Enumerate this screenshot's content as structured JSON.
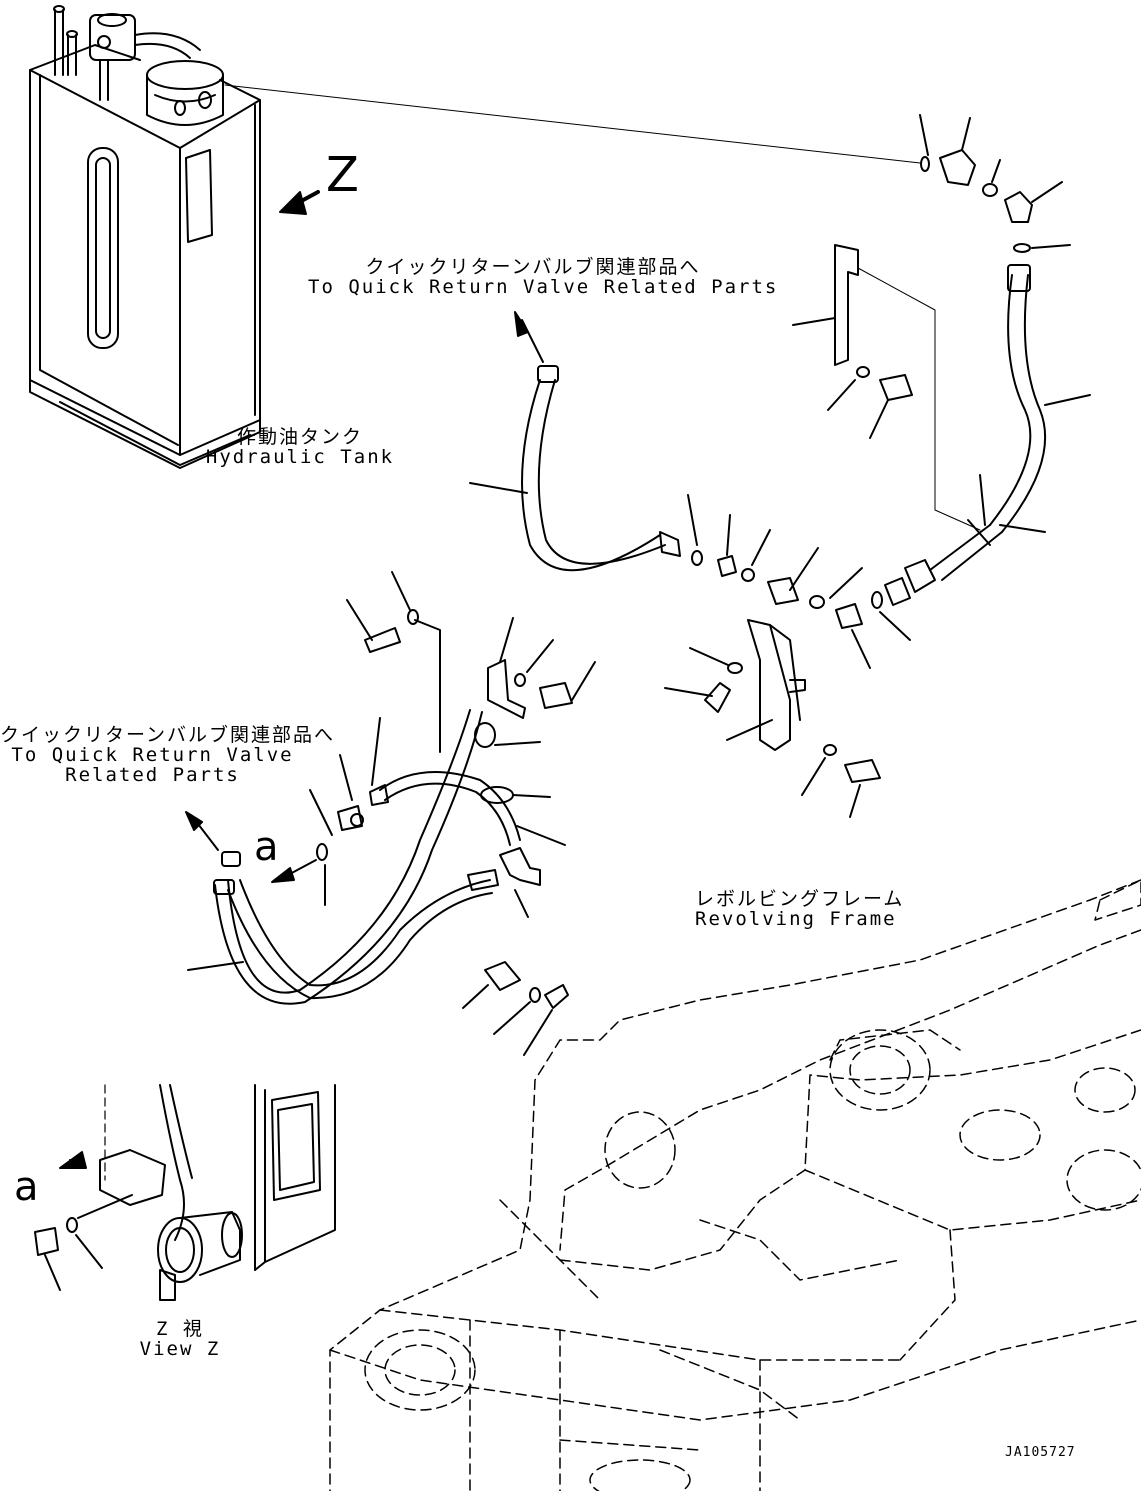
{
  "labels": {
    "quick_return_upper": {
      "jp": "クイックリターンバルブ関連部品へ",
      "en": "To Quick Return Valve Related Parts"
    },
    "hydraulic_tank": {
      "jp": "作動油タンク",
      "en": "Hydraulic Tank"
    },
    "quick_return_left": {
      "jp": "クイックリターンバルブ関連部品へ",
      "en_line1": "To Quick Return Valve",
      "en_line2": "Related Parts"
    },
    "revolving_frame": {
      "jp": "レボルビングフレーム",
      "en": "Revolving Frame"
    },
    "view_z": {
      "jp": "Z 視",
      "en": "View Z"
    },
    "view_letter": "Z",
    "detail_letter_main": "a",
    "detail_letter_view": "a",
    "drawing_code": "JA105727"
  }
}
